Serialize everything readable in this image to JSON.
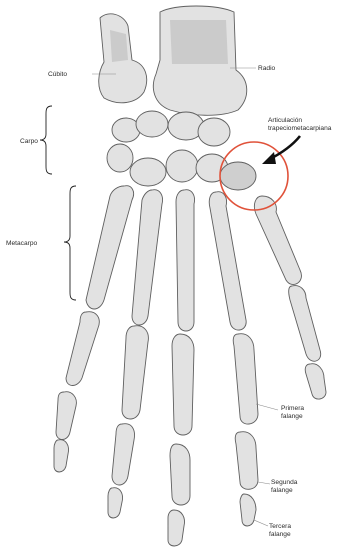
{
  "labels": {
    "cubito": "Cúbito",
    "radio": "Radio",
    "carpo": "Carpo",
    "metacarpo": "Metacarpo",
    "articulacion_line1": "Articulación",
    "articulacion_line2": "trapeciometacarpiana",
    "primera_line1": "Primera",
    "primera_line2": "falange",
    "segunda_line1": "Segunda",
    "segunda_line2": "falange",
    "tercera_line1": "Tercera",
    "tercera_line2": "falange"
  },
  "colors": {
    "highlight_circle": "#e0523a",
    "arrow": "#111111",
    "bone_fill": "#e2e2e2",
    "bone_outline": "#5f5f5f"
  }
}
